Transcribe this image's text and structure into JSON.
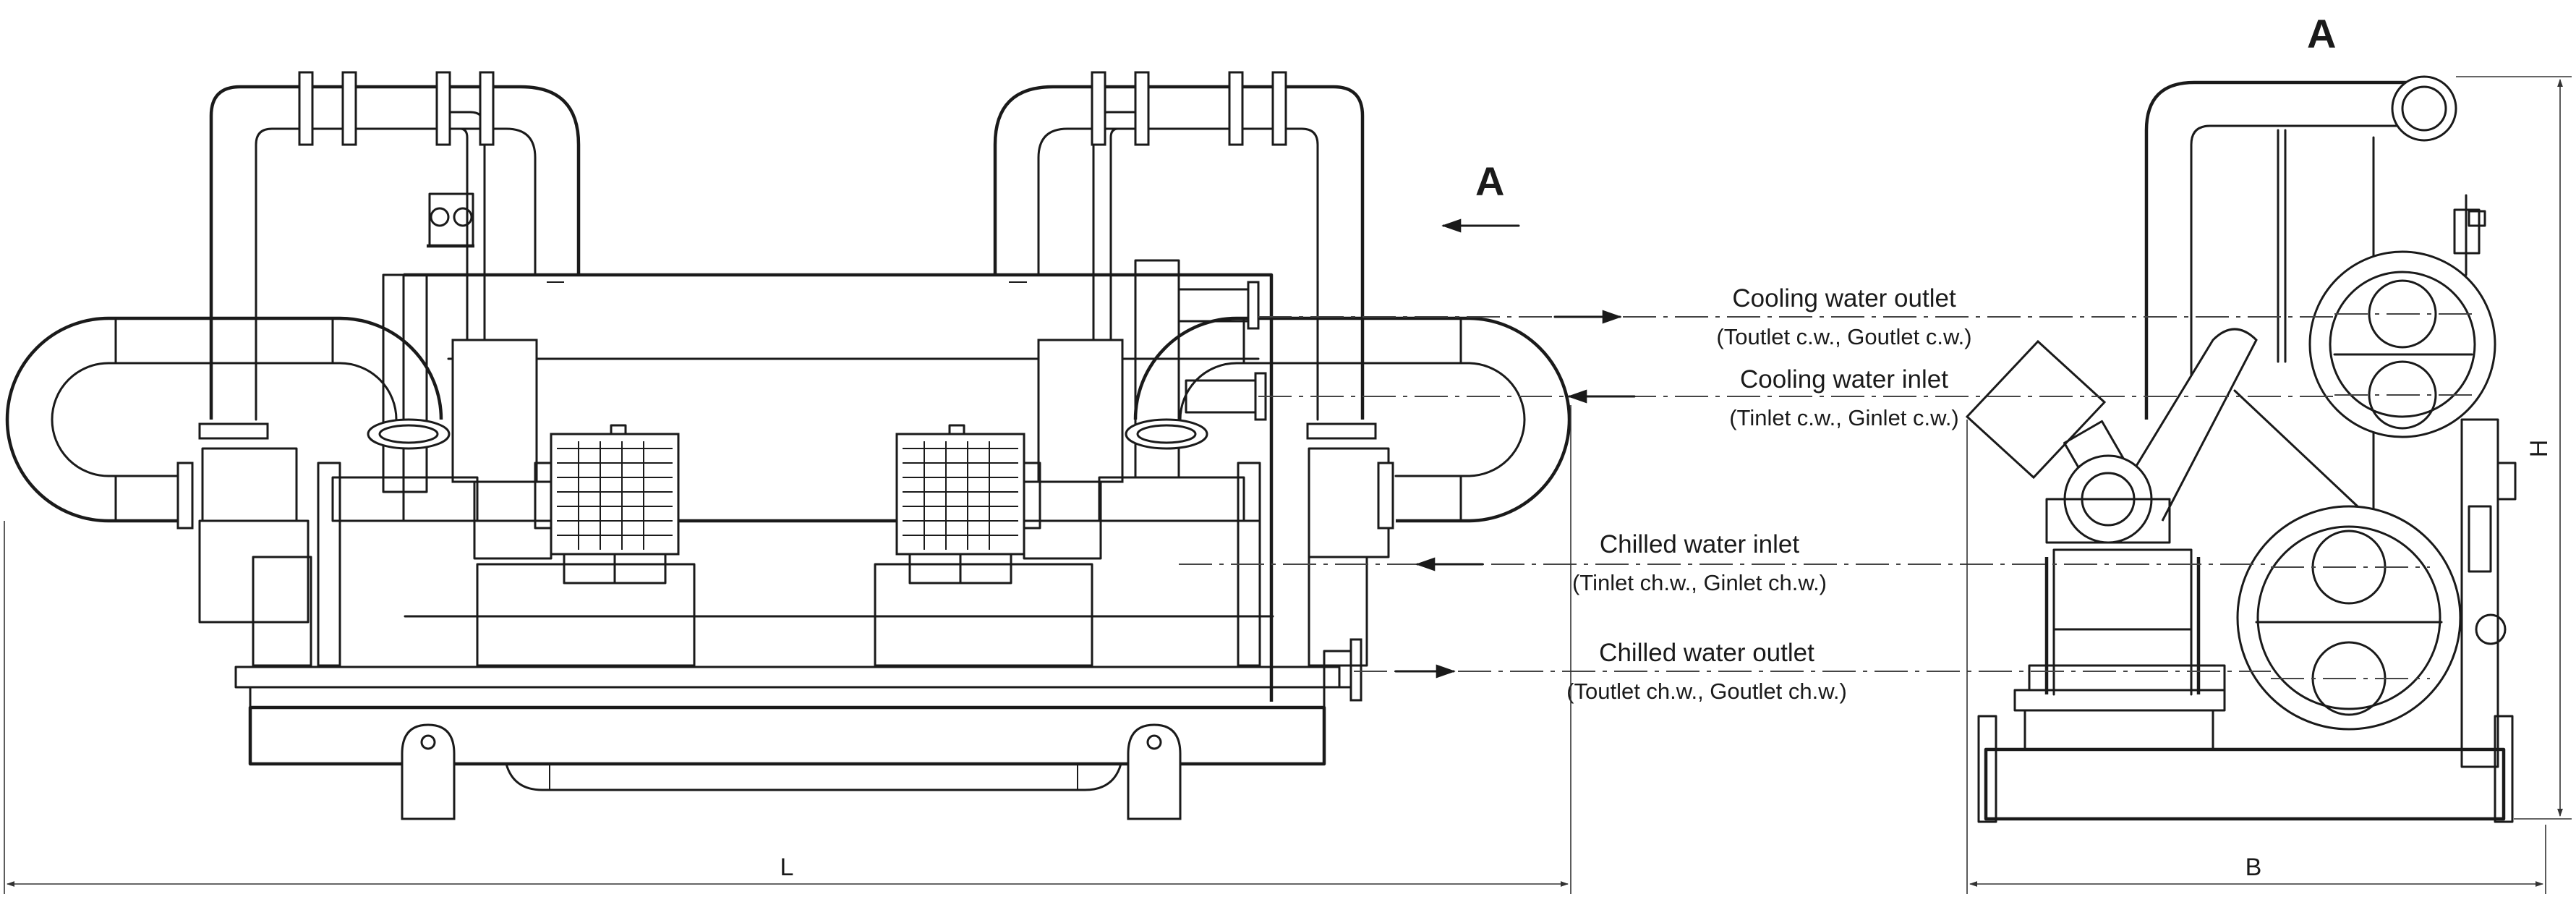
{
  "view_markers": {
    "front": "A",
    "side": "A"
  },
  "dimensions": {
    "length": "L",
    "width": "B",
    "height": "H"
  },
  "callouts": [
    {
      "title": "Cooling water outlet",
      "formula": "(Toutlet c.w., Goutlet c.w.)"
    },
    {
      "title": "Cooling water inlet",
      "formula": "(Tinlet c.w., Ginlet c.w.)"
    },
    {
      "title": "Chilled water inlet",
      "formula": "(Tinlet ch.w., Ginlet ch.w.)"
    },
    {
      "title": "Chilled water outlet",
      "formula": "(Toutlet ch.w., Goutlet ch.w.)"
    }
  ]
}
